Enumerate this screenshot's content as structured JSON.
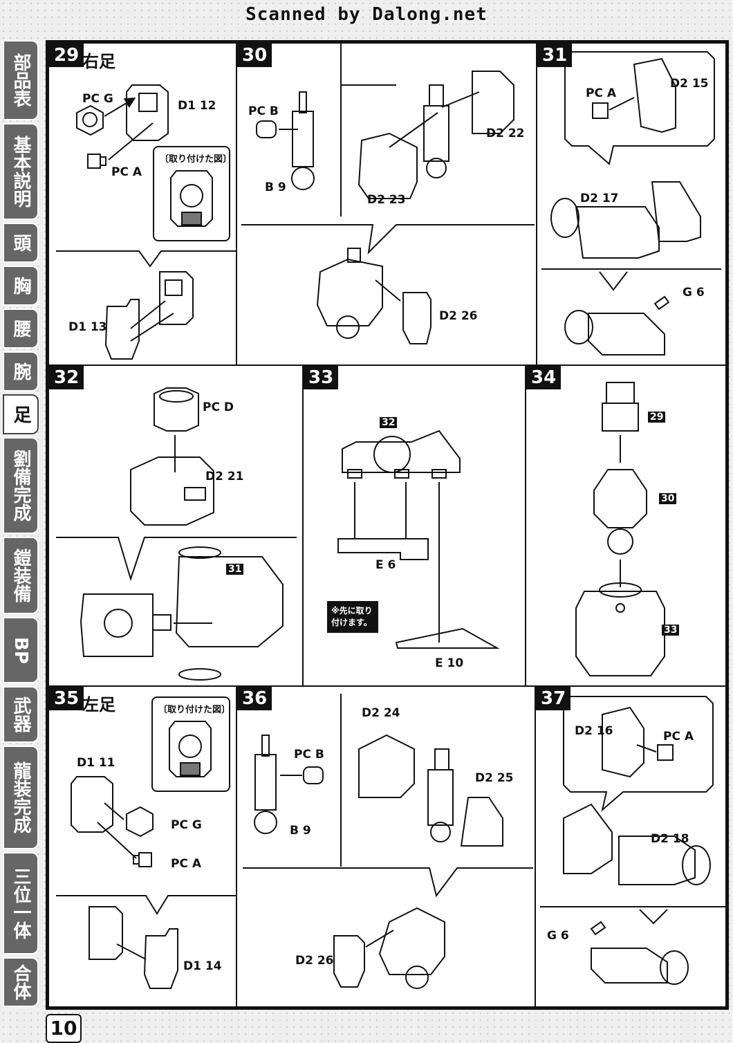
{
  "header": {
    "scan_credit": "Scanned by Dalong.net"
  },
  "sidebar": {
    "tabs": [
      {
        "label": "部品表",
        "active": false
      },
      {
        "label": "基本説明",
        "active": false
      },
      {
        "label": "頭",
        "active": false
      },
      {
        "label": "胸",
        "active": false
      },
      {
        "label": "腰",
        "active": false
      },
      {
        "label": "腕",
        "active": false
      },
      {
        "label": "足",
        "active": true
      },
      {
        "label": "劉備完成",
        "active": false
      },
      {
        "label": "鎧装備",
        "active": false
      },
      {
        "label": "BP",
        "active": false
      },
      {
        "label": "武器",
        "active": false
      },
      {
        "label": "龍装完成",
        "active": false
      },
      {
        "label": "三位一体",
        "active": false
      },
      {
        "label": "合体",
        "active": false
      }
    ]
  },
  "steps": {
    "s29": {
      "number": "29",
      "title": "右足",
      "labels": [
        "PC G",
        "D1 12",
        "PC A",
        "D1 13"
      ],
      "inset_title": "〔取り付けた図〕"
    },
    "s30": {
      "number": "30",
      "labels": [
        "PC B",
        "B 9",
        "D2 22",
        "D2 23",
        "D2 26"
      ]
    },
    "s31": {
      "number": "31",
      "labels": [
        "PC A",
        "D2 15",
        "D2 17",
        "G 6"
      ]
    },
    "s32": {
      "number": "32",
      "labels": [
        "PC D",
        "D2 21",
        "31"
      ]
    },
    "s33": {
      "number": "33",
      "labels": [
        "32",
        "E 6",
        "E 10"
      ],
      "note": "※先に取り付けます。"
    },
    "s34": {
      "number": "34",
      "labels": [
        "29",
        "30",
        "33"
      ]
    },
    "s35": {
      "number": "35",
      "title": "左足",
      "labels": [
        "D1 11",
        "PC G",
        "PC A",
        "D1 14"
      ],
      "inset_title": "〔取り付けた図〕"
    },
    "s36": {
      "number": "36",
      "labels": [
        "D2 24",
        "PC B",
        "D2 25",
        "B 9",
        "D2 26"
      ]
    },
    "s37": {
      "number": "37",
      "labels": [
        "D2 16",
        "PC A",
        "D2 18",
        "G 6"
      ]
    }
  },
  "footer": {
    "page_number": "10"
  }
}
